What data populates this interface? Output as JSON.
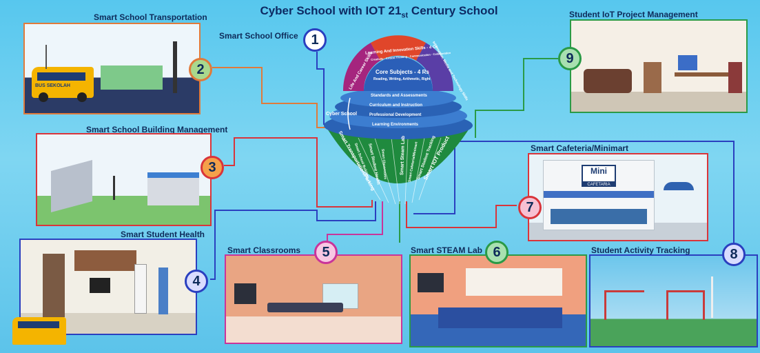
{
  "title": {
    "main": "Cyber School with IOT 21",
    "sub": "st",
    "rest": " Century School"
  },
  "labels": {
    "office": "Smart School Office",
    "transport": "Smart School Transportation",
    "building": "Smart School Building Management",
    "health": "Smart Student Health",
    "classrooms": "Smart Classrooms",
    "steam": "Smart STEAM Lab",
    "cafeteria": "Smart Cafeteria/Minimart",
    "tracking": "Student Activity Tracking",
    "iot_project": "Student IoT Project Management"
  },
  "numbers": {
    "n1": "1",
    "n2": "2",
    "n3": "3",
    "n4": "4",
    "n5": "5",
    "n6": "6",
    "n7": "7",
    "n8": "8",
    "n9": "9"
  },
  "hub": {
    "arc_left": "Life And Career Skills",
    "arc_top": "Learning And Innovation Skills - 4 Cs",
    "arc_top_sub": "Creativity · Critical Thinking · Communication · Collaboration",
    "arc_right": "Information, Media and Technology Skills",
    "core": "Core Subjects - 4 Rs",
    "core_sub": "Reading, Writing, Arithmetic, Right",
    "cyber": "Cyber School",
    "rings": [
      "Standards and Assessments",
      "Curriculum and Instruction",
      "Professional Development",
      "Learning Environments"
    ],
    "sectors": [
      "Smart Transportation/Parking",
      "Smart School Building",
      "Smart Student Health",
      "Smart Classrooms",
      "Smart Steam Lab",
      "Smart Cafeteria/Minimart",
      "Smart Student Tracking",
      "Smart IOT Product"
    ]
  },
  "scene_text": {
    "bus": "BUS SEKOLAH",
    "minimart_logo": "Mini",
    "minimart_sub": "CAFETARIA"
  },
  "colors": {
    "orange": "#e07a3a",
    "red": "#d9343a",
    "blue": "#2a3fbf",
    "magenta": "#c9349a",
    "green": "#2a9a46",
    "hub_green": "#1f8a3e"
  }
}
